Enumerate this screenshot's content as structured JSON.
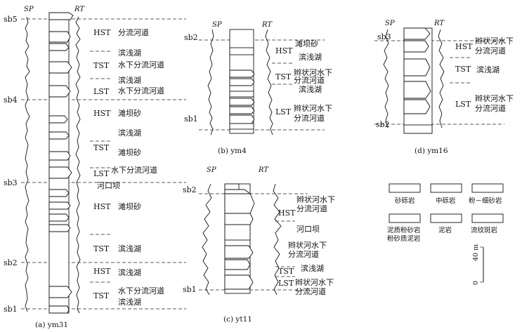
{
  "panel_a": {
    "caption": "(a) ym31",
    "sp": "SP",
    "rt": "RT",
    "boundaries": [
      "sb5",
      "sb4",
      "sb3",
      "sb2",
      "sb1"
    ],
    "tracts": [
      "HST",
      "TST",
      "LST",
      "HST",
      "TST",
      "LST",
      "HST",
      "TST",
      "HST",
      "TST"
    ],
    "facies": [
      "分流河道",
      "滨浅湖",
      "水下分流河道",
      "滨浅湖",
      "水下分流河道",
      "滩坝砂",
      "滨浅湖",
      "滩坝砂",
      "水下分流河道",
      "河口坝",
      "滩坝砂",
      "滨浅湖",
      "滨浅湖",
      "水下分流河道",
      "滨浅湖"
    ]
  },
  "panel_b": {
    "caption": "(b) ym4",
    "sp": "SP",
    "rt": "RT",
    "boundaries": [
      "sb2",
      "sb1"
    ],
    "tracts": [
      "HST",
      "TST",
      "LST"
    ],
    "facies": [
      "滩坝砂",
      "滨浅湖",
      "辫状河水下",
      "分流河道",
      "滨浅湖",
      "辫状河水下",
      "分流河道"
    ]
  },
  "panel_c": {
    "caption": "(c) yt11",
    "sp": "SP",
    "rt": "RT",
    "boundaries": [
      "sb2",
      "sb1"
    ],
    "tracts": [
      "HST",
      "TST",
      "LST"
    ],
    "facies": [
      "辫状河水下",
      "分流河道",
      "河口坝",
      "辫状河水下",
      "分流河道",
      "滨浅湖",
      "辫状河水下",
      "分流河道"
    ]
  },
  "panel_d": {
    "caption": "(d) ym16",
    "sp": "SP",
    "rt": "RT",
    "boundaries": [
      "sb3",
      "sb2"
    ],
    "tracts": [
      "HST",
      "TST",
      "LST"
    ],
    "facies": [
      "辫状河水下",
      "分流河道",
      "滨浅湖",
      "辫状河水下",
      "分流河道"
    ]
  },
  "legend": [
    "砂砾岩",
    "中砾岩",
    "粉－细砂岩",
    "泥质粉砂岩",
    "粉砂质泥岩",
    "泥岩",
    "流纹斑岩"
  ],
  "scale": {
    "top": "40 m",
    "bottom": "0"
  }
}
